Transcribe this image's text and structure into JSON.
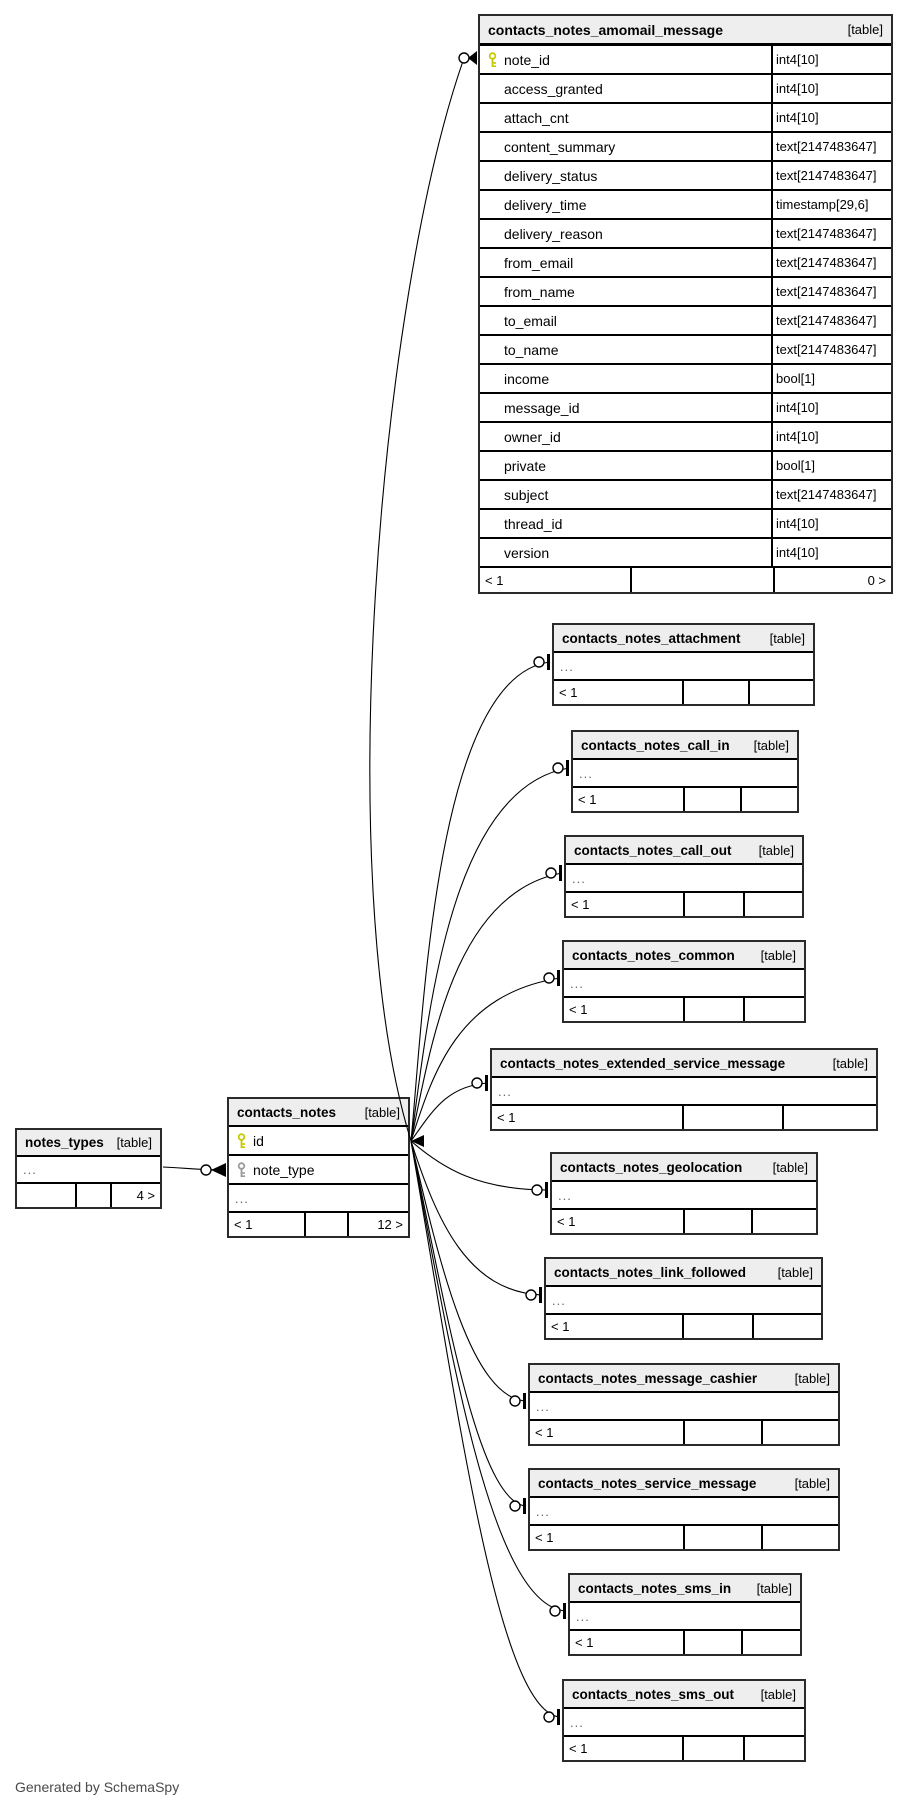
{
  "page": {
    "footer_note": "Generated by SchemaSpy"
  },
  "shared": {
    "table_tag": "[table]",
    "ellipsis": "...",
    "prev_count": "< 1"
  },
  "colors": {
    "primary_key": "#c8c800",
    "foreign_key": "#9a9a9a",
    "header_bg": "#eeeeee",
    "line": "#000000"
  },
  "main_table": {
    "name": "contacts_notes_amomail_message",
    "tag": "[table]",
    "columns": [
      {
        "name": "note_id",
        "type": "int4[10]",
        "key": "primary"
      },
      {
        "name": "access_granted",
        "type": "int4[10]"
      },
      {
        "name": "attach_cnt",
        "type": "int4[10]"
      },
      {
        "name": "content_summary",
        "type": "text[2147483647]"
      },
      {
        "name": "delivery_status",
        "type": "text[2147483647]"
      },
      {
        "name": "delivery_time",
        "type": "timestamp[29,6]"
      },
      {
        "name": "delivery_reason",
        "type": "text[2147483647]"
      },
      {
        "name": "from_email",
        "type": "text[2147483647]"
      },
      {
        "name": "from_name",
        "type": "text[2147483647]"
      },
      {
        "name": "to_email",
        "type": "text[2147483647]"
      },
      {
        "name": "to_name",
        "type": "text[2147483647]"
      },
      {
        "name": "income",
        "type": "bool[1]"
      },
      {
        "name": "message_id",
        "type": "int4[10]"
      },
      {
        "name": "owner_id",
        "type": "int4[10]"
      },
      {
        "name": "private",
        "type": "bool[1]"
      },
      {
        "name": "subject",
        "type": "text[2147483647]"
      },
      {
        "name": "thread_id",
        "type": "int4[10]"
      },
      {
        "name": "version",
        "type": "int4[10]"
      }
    ],
    "footer": {
      "left": "< 1",
      "mid": "",
      "right": "0 >"
    }
  },
  "contacts_notes": {
    "name": "contacts_notes",
    "tag": "[table]",
    "columns": [
      {
        "name": "id",
        "key": "primary"
      },
      {
        "name": "note_type",
        "key": "foreign"
      }
    ],
    "ellipsis": "...",
    "footer": {
      "left": "< 1",
      "mid": "",
      "right": "12 >"
    }
  },
  "notes_types": {
    "name": "notes_types",
    "tag": "[table]",
    "ellipsis": "...",
    "footer": {
      "left": "",
      "mid": "",
      "right": "4 >"
    }
  },
  "related_tables": [
    {
      "name": "contacts_notes_attachment",
      "tag": "[table]",
      "ellipsis": "...",
      "footer": {
        "left": "< 1",
        "mid": "",
        "right": ""
      }
    },
    {
      "name": "contacts_notes_call_in",
      "tag": "[table]",
      "ellipsis": "...",
      "footer": {
        "left": "< 1",
        "mid": "",
        "right": ""
      }
    },
    {
      "name": "contacts_notes_call_out",
      "tag": "[table]",
      "ellipsis": "...",
      "footer": {
        "left": "< 1",
        "mid": "",
        "right": ""
      }
    },
    {
      "name": "contacts_notes_common",
      "tag": "[table]",
      "ellipsis": "...",
      "footer": {
        "left": "< 1",
        "mid": "",
        "right": ""
      }
    },
    {
      "name": "contacts_notes_extended_service_message",
      "tag": "[table]",
      "ellipsis": "...",
      "footer": {
        "left": "< 1",
        "mid": "",
        "right": ""
      }
    },
    {
      "name": "contacts_notes_geolocation",
      "tag": "[table]",
      "ellipsis": "...",
      "footer": {
        "left": "< 1",
        "mid": "",
        "right": ""
      }
    },
    {
      "name": "contacts_notes_link_followed",
      "tag": "[table]",
      "ellipsis": "...",
      "footer": {
        "left": "< 1",
        "mid": "",
        "right": ""
      }
    },
    {
      "name": "contacts_notes_message_cashier",
      "tag": "[table]",
      "ellipsis": "...",
      "footer": {
        "left": "< 1",
        "mid": "",
        "right": ""
      }
    },
    {
      "name": "contacts_notes_service_message",
      "tag": "[table]",
      "ellipsis": "...",
      "footer": {
        "left": "< 1",
        "mid": "",
        "right": ""
      }
    },
    {
      "name": "contacts_notes_sms_in",
      "tag": "[table]",
      "ellipsis": "...",
      "footer": {
        "left": "< 1",
        "mid": "",
        "right": ""
      }
    },
    {
      "name": "contacts_notes_sms_out",
      "tag": "[table]",
      "ellipsis": "...",
      "footer": {
        "left": "< 1",
        "mid": "",
        "right": ""
      }
    }
  ],
  "relationships": [
    {
      "from": "notes_types",
      "to": "contacts_notes.note_type"
    },
    {
      "from": "contacts_notes.id",
      "to": "contacts_notes_amomail_message.note_id"
    },
    {
      "from": "contacts_notes.id",
      "to": "contacts_notes_attachment"
    },
    {
      "from": "contacts_notes.id",
      "to": "contacts_notes_call_in"
    },
    {
      "from": "contacts_notes.id",
      "to": "contacts_notes_call_out"
    },
    {
      "from": "contacts_notes.id",
      "to": "contacts_notes_common"
    },
    {
      "from": "contacts_notes.id",
      "to": "contacts_notes_extended_service_message"
    },
    {
      "from": "contacts_notes.id",
      "to": "contacts_notes_geolocation"
    },
    {
      "from": "contacts_notes.id",
      "to": "contacts_notes_link_followed"
    },
    {
      "from": "contacts_notes.id",
      "to": "contacts_notes_message_cashier"
    },
    {
      "from": "contacts_notes.id",
      "to": "contacts_notes_service_message"
    },
    {
      "from": "contacts_notes.id",
      "to": "contacts_notes_sms_in"
    },
    {
      "from": "contacts_notes.id",
      "to": "contacts_notes_sms_out"
    }
  ]
}
